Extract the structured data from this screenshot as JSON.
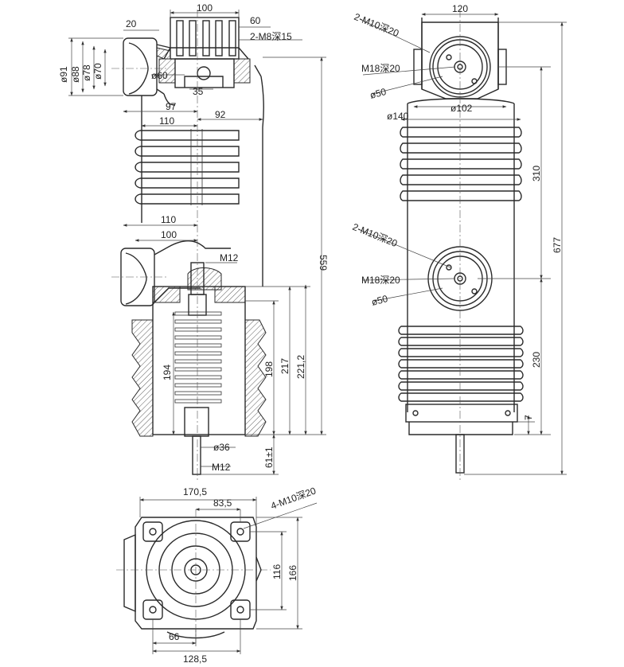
{
  "front_view": {
    "dims": {
      "top_width": "100",
      "top_right": "60",
      "top_left": "20",
      "thread_top": "2-M8深15",
      "d91": "ø91",
      "d88": "ø88",
      "d78": "ø78",
      "d70": "ø70",
      "d60": "ø60",
      "d35": "35",
      "d97": "97",
      "d92": "92",
      "d110_top": "110",
      "d110_mid": "110",
      "d100_mid": "100",
      "m12_top": "M12",
      "total_559": "559",
      "d194": "194",
      "d198": "198",
      "d217": "217",
      "d221": "221,2",
      "d36": "ø36",
      "m12_bottom": "M12",
      "tol": "61±1"
    }
  },
  "side_view": {
    "dims": {
      "width_120": "120",
      "thread_upper": "2-M10深20",
      "m18_upper": "M18深20",
      "d50_upper": "ø50",
      "d102": "ø102",
      "d140": "ø140",
      "h310": "310",
      "h677": "677",
      "thread_lower": "2-M10深20",
      "m18_lower": "M18深20",
      "d50_lower": "ø50",
      "h230": "230",
      "h7": "7"
    }
  },
  "bottom_view": {
    "dims": {
      "w170": "170,5",
      "w83": "83,5",
      "thread_base": "4-M10深20",
      "h116": "116",
      "h166": "166",
      "w66": "66",
      "w128": "128,5"
    }
  }
}
